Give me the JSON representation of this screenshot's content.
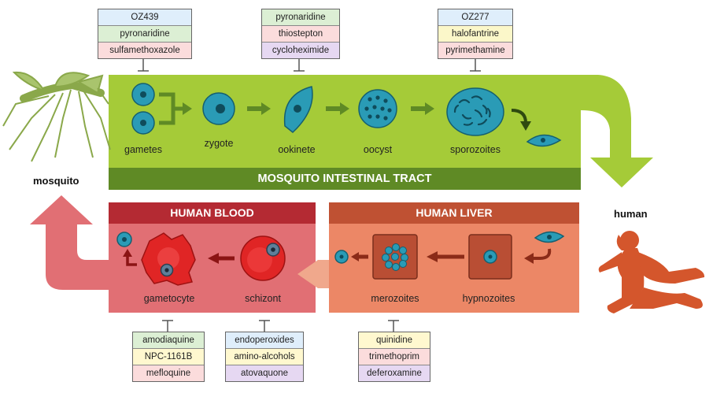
{
  "top_drug_boxes": [
    {
      "drugs": [
        "OZ439",
        "pyronaridine",
        "sulfamethoxazole"
      ],
      "colors": [
        "blue",
        "green",
        "pink"
      ]
    },
    {
      "drugs": [
        "pyronaridine",
        "thiostepton",
        "cycloheximide"
      ],
      "colors": [
        "green",
        "pink",
        "purple"
      ]
    },
    {
      "drugs": [
        "OZ277",
        "halofantrine",
        "pyrimethamine"
      ],
      "colors": [
        "blue",
        "yellow",
        "pink"
      ]
    }
  ],
  "bottom_drug_boxes": [
    {
      "drugs": [
        "amodiaquine",
        "NPC-1161B",
        "mefloquine"
      ],
      "colors": [
        "green",
        "cream",
        "pink"
      ]
    },
    {
      "drugs": [
        "endoperoxides",
        "amino-alcohols",
        "atovaquone"
      ],
      "colors": [
        "blue",
        "cream",
        "purple"
      ]
    },
    {
      "drugs": [
        "quinidine",
        "trimethoprim",
        "deferoxamine"
      ],
      "colors": [
        "cream",
        "pink",
        "purple"
      ]
    }
  ],
  "mosquito_stages": [
    "gametes",
    "zygote",
    "ookinete",
    "oocyst",
    "sporozoites"
  ],
  "mosquito_tract_title": "MOSQUITO INTESTINAL TRACT",
  "blood_title": "HUMAN BLOOD",
  "liver_title": "HUMAN LIVER",
  "blood_stages": [
    "gametocyte",
    "schizont"
  ],
  "liver_stages": [
    "merozoites",
    "hypnozoites"
  ],
  "mosquito_label": "mosquito",
  "human_label": "human",
  "colors": {
    "green_panel": "#a5cb38",
    "green_dark": "#5f8a25",
    "red_panel": "#e16f74",
    "red_dark": "#b42a33",
    "orange_panel": "#ec8766",
    "orange_dark": "#bf5133",
    "cell_blue": "#2a9bb6",
    "silhouette": "#d4562c"
  }
}
